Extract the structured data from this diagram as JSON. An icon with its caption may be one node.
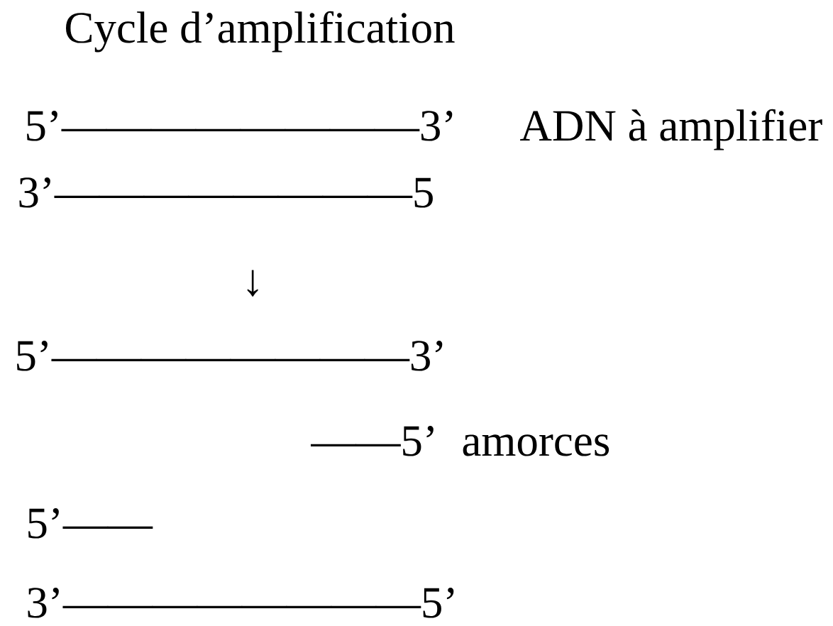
{
  "diagram": {
    "title": "Cycle d’amplification",
    "labels": [
      "5’————————3’",
      "ADN à amplifier",
      "3’————————5",
      "↓",
      "5’————————3’",
      "——5’",
      "amorces",
      "5’——",
      "3’————————5’"
    ]
  }
}
